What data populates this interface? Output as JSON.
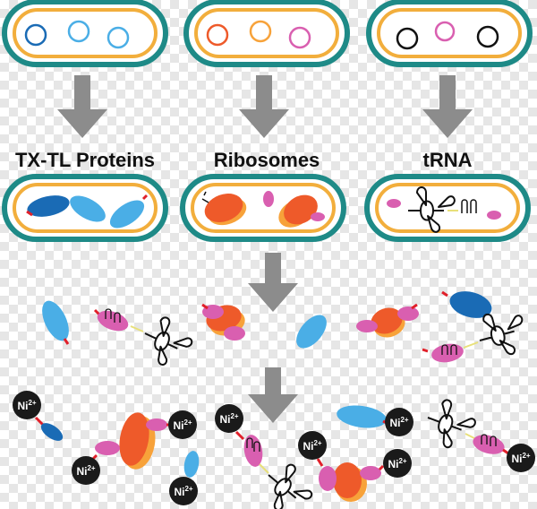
{
  "labels": {
    "col1": "TX-TL Proteins",
    "col2": "Ribosomes",
    "col3": "tRNA"
  },
  "ion": {
    "symbol": "Ni",
    "charge": "2+"
  },
  "colors": {
    "cell_outer": "#1e8a87",
    "cell_inner": "#f2ae3c",
    "arrow": "#8c8c8c",
    "protein_blue_dark": "#1a6bb5",
    "protein_blue_light": "#4aaee6",
    "ribosome_red": "#ee5a2a",
    "ribosome_orange": "#f7a23a",
    "pink": "#d95fb0",
    "linker_red": "#e0202a",
    "linker_yellow": "#e8e07a",
    "ni_bead": "#1a1a1a"
  }
}
